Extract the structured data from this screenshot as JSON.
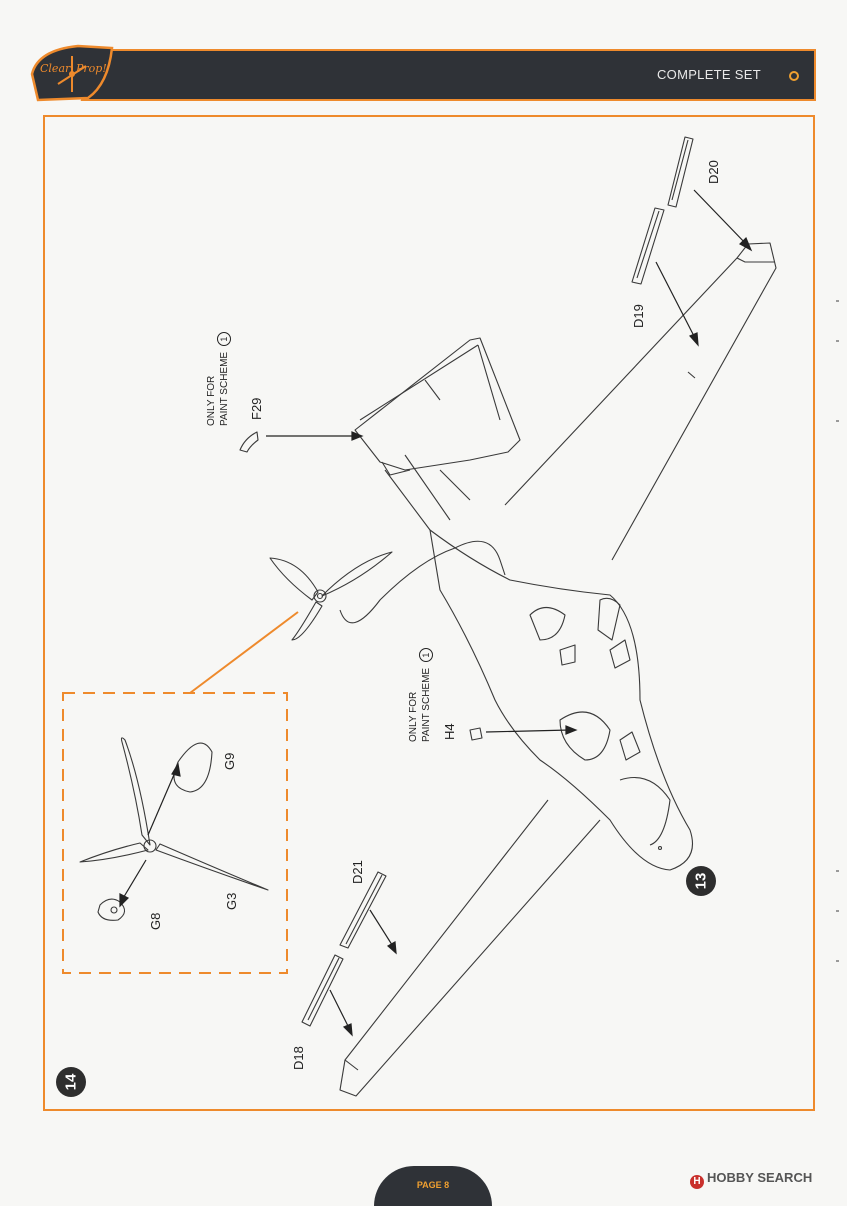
{
  "header": {
    "brand": "Clear Prop!",
    "section_title": "COMPLETE SET"
  },
  "steps": [
    {
      "number": "13"
    },
    {
      "number": "14"
    }
  ],
  "parts": {
    "d20": "D20",
    "d19": "D19",
    "d18": "D18",
    "d21": "D21",
    "f29": "F29",
    "h4": "H4",
    "g9": "G9",
    "g8": "G8",
    "g3": "G3"
  },
  "notes": {
    "only_for_f29": "ONLY FOR",
    "paint_scheme_f29": "PAINT SCHEME",
    "scheme_f29": "1",
    "only_for_h4": "ONLY FOR",
    "paint_scheme_h4": "PAINT SCHEME",
    "scheme_h4": "1"
  },
  "footer": {
    "page": "PAGE 8",
    "watermark": "HOBBY SEARCH"
  },
  "colors": {
    "accent": "#ee8a2c",
    "header_dark": "#2f3237",
    "page_number": "#f0a030"
  }
}
